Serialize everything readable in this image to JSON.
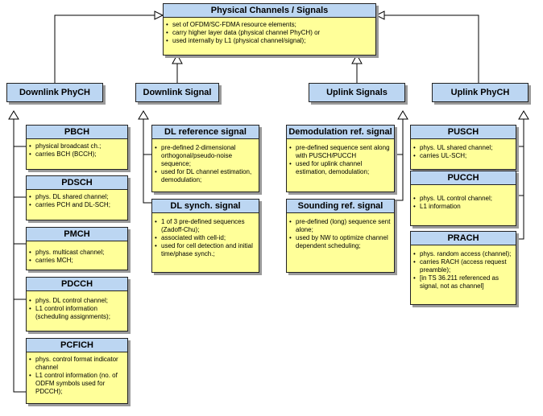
{
  "root": {
    "title": "Physical Channels / Signals",
    "items": [
      "set of OFDM/SC-FDMA resource elements;",
      "carry higher layer data (physical channel PhyCH) or",
      "used internally by L1 (physical channel/signal);"
    ]
  },
  "categories": {
    "downlink_phych": "Downlink PhyCH",
    "downlink_signal": "Downlink Signal",
    "uplink_signals": "Uplink Signals",
    "uplink_phych": "Uplink PhyCH"
  },
  "pbch": {
    "title": "PBCH",
    "items": [
      "physical broadcast ch.;",
      "carries BCH (BCCH);"
    ]
  },
  "pdsch": {
    "title": "PDSCH",
    "items": [
      "phys. DL shared channel;",
      "carries PCH and DL-SCH;"
    ]
  },
  "pmch": {
    "title": "PMCH",
    "items": [
      "phys. multicast channel;",
      "carries MCH;"
    ]
  },
  "pdcch": {
    "title": "PDCCH",
    "items": [
      "phys. DL control channel;",
      "L1 control information (scheduling assignments);"
    ]
  },
  "pcfich": {
    "title": "PCFICH",
    "items": [
      "phys. control format indicator channel",
      "L1 control information (no. of ODFM symbols used for PDCCH);"
    ]
  },
  "dl_ref": {
    "title": "DL reference signal",
    "items": [
      "pre-defined 2-dimensional orthogonal/pseudo-noise sequence;",
      "used for DL channel estimation, demodulation;"
    ]
  },
  "dl_sync": {
    "title": "DL synch. signal",
    "items": [
      "1 of 3 pre-defined sequences (Zadoff-Chu);",
      "associated with cell-id;",
      "used for cell detection and initial time/phase synch.;"
    ]
  },
  "demod_ref": {
    "title": "Demodulation ref. signal",
    "items": [
      "pre-defined sequence sent along with PUSCH/PUCCH",
      "used for uplink channel estimation, demodulation;"
    ]
  },
  "sounding_ref": {
    "title": "Sounding ref. signal",
    "items": [
      "pre-defined (long) sequence sent alone;",
      "used by NW to optimize channel dependent scheduling;"
    ]
  },
  "pusch": {
    "title": "PUSCH",
    "items": [
      "phys. UL shared channel;",
      "carries UL-SCH;"
    ]
  },
  "pucch": {
    "title": "PUCCH",
    "items": [
      "phys. UL control channel;",
      "L1 information"
    ]
  },
  "prach": {
    "title": "PRACH",
    "items": [
      "phys. random access (channel);",
      "carries RACH (access request preamble);",
      "[in TS 36.211 referenced as signal, not as channel]"
    ]
  },
  "colors": {
    "header": "#bcd6f2",
    "body": "#ffff99",
    "line": "#000000",
    "shadow": "#9a9a9a"
  }
}
